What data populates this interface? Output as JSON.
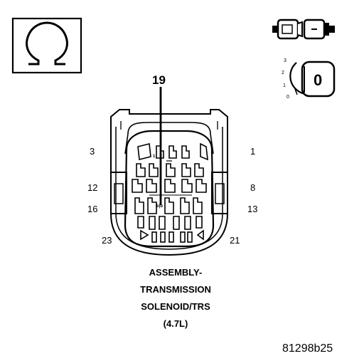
{
  "callout": "19",
  "pins": {
    "p3": "3",
    "p1": "1",
    "p12": "12",
    "p8": "8",
    "p16": "16",
    "p13": "13",
    "p23": "23",
    "p21": "21"
  },
  "caption": {
    "line1": "ASSEMBLY-",
    "line2": "TRANSMISSION",
    "line3": "SOLENOID/TRS",
    "line4": "(4.7L)"
  },
  "figure_id": "81298b25",
  "icons": {
    "top_left": "ohm-symbol-icon",
    "plug": "connector-plug-icon",
    "dial": "position-dial-icon"
  },
  "dial": {
    "labels": [
      "3",
      "2",
      "1",
      "0"
    ],
    "position": "0"
  },
  "inner_marks": {
    "upper": "1",
    "lower": "b|b"
  }
}
